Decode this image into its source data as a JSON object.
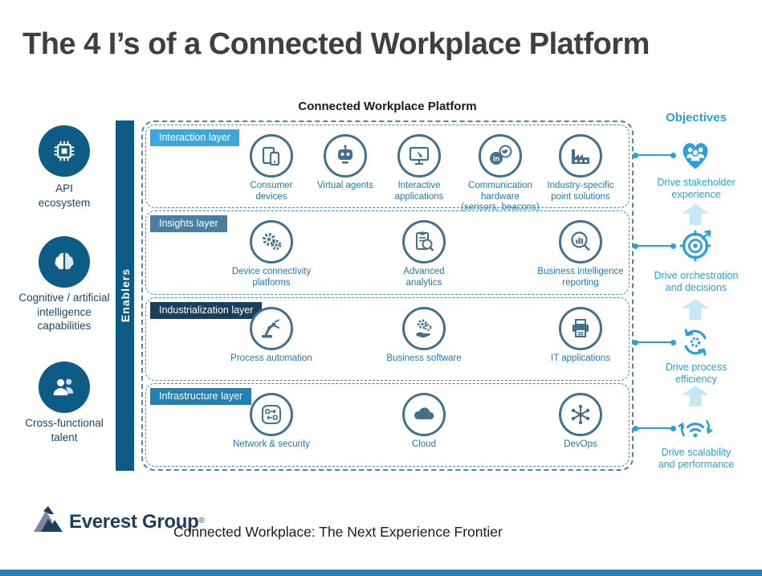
{
  "title": "The 4 I’s of a Connected Workplace Platform",
  "platform": {
    "header": "Connected Workplace Platform",
    "enablers_bar": "Enablers",
    "layers": [
      {
        "label": "Interaction layer",
        "color": "#38a9de",
        "items": [
          {
            "label": "Consumer\ndevices",
            "icon": "consumer-devices-icon"
          },
          {
            "label": "Virtual agents",
            "icon": "virtual-agents-icon"
          },
          {
            "label": "Interactive\napplications",
            "icon": "interactive-applications-icon"
          },
          {
            "label": "Communication\nhardware\n(sensors, beacons)",
            "icon": "communication-hardware-icon"
          },
          {
            "label": "Industry-specific\npoint solutions",
            "icon": "factory-icon"
          }
        ]
      },
      {
        "label": "Insights layer",
        "color": "#4b7d9e",
        "items": [
          {
            "label": "Device connectivity\nplatforms",
            "icon": "gears-icon"
          },
          {
            "label": "Advanced\nanalytics",
            "icon": "clipboard-magnifier-icon"
          },
          {
            "label": "Business intelligence\nreporting",
            "icon": "chart-magnifier-icon"
          }
        ]
      },
      {
        "label": "Industrialization layer",
        "color": "#1b3f5a",
        "items": [
          {
            "label": "Process automation",
            "icon": "robot-arm-icon"
          },
          {
            "label": "Business software",
            "icon": "hand-gears-icon"
          },
          {
            "label": "IT applications",
            "icon": "printer-icon"
          }
        ]
      },
      {
        "label": "Infrastructure layer",
        "color": "#2180b4",
        "items": [
          {
            "label": "Network & security",
            "icon": "network-security-icon"
          },
          {
            "label": "Cloud",
            "icon": "cloud-icon"
          },
          {
            "label": "DevOps",
            "icon": "node-network-icon"
          }
        ]
      }
    ]
  },
  "enablers": [
    {
      "label": "API\necosystem",
      "icon": "chip-icon"
    },
    {
      "label": "Cognitive / artificial\nintelligence\ncapabilities",
      "icon": "brain-icon"
    },
    {
      "label": "Cross-functional\ntalent",
      "icon": "people-icon"
    }
  ],
  "objectives": {
    "header": "Objectives",
    "items": [
      {
        "label": "Drive stakeholder\nexperience",
        "icon": "stakeholder-heart-icon"
      },
      {
        "label": "Drive orchestration\nand decisions",
        "icon": "target-icon"
      },
      {
        "label": "Drive process\nefficiency",
        "icon": "cycle-arrows-icon"
      },
      {
        "label": "Drive scalability\nand performance",
        "icon": "wifi-scalability-icon"
      }
    ]
  },
  "footer": {
    "brand": "Everest Group",
    "registered": "®",
    "caption": "Connected Workplace: The Next Experience Frontier"
  },
  "colors": {
    "dark_blue": "#0d5c85",
    "accent_blue": "#2a9fd8",
    "item_label_blue": "#1f78b8",
    "interaction_tab": "#38a9de",
    "insights_tab": "#4b7d9e",
    "industrialization_tab": "#1b3f5a",
    "infrastructure_tab": "#2180b4",
    "dashed_border": "#4f86ab",
    "arrow_light_blue": "#c7e7f7",
    "brand_navy": "#1d3e63",
    "bottom_bar": "#2a7fb8"
  }
}
